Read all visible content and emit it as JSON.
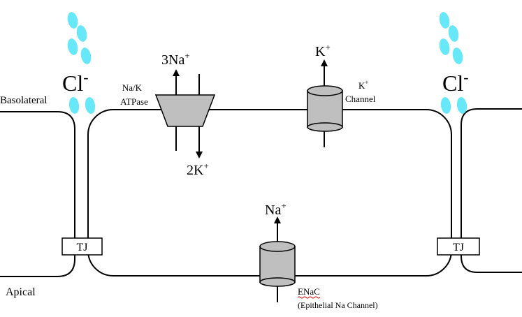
{
  "labels": {
    "basolateral": "Basolateral",
    "apical": "Apical",
    "tj_left": "TJ",
    "tj_right": "TJ",
    "cl_left_base": "Cl",
    "cl_left_sup": "-",
    "cl_right_base": "Cl",
    "cl_right_sup": "-",
    "pump_name_line1": "Na/K",
    "pump_name_line2": "ATPase",
    "pump_out_base": "3Na",
    "pump_out_sup": "+",
    "pump_in_base": "2K",
    "pump_in_sup": "+",
    "kchannel_ion_base": "K",
    "kchannel_ion_sup": "+",
    "kchannel_label_base": "K",
    "kchannel_label_sup": "+",
    "kchannel_label_line2": "Channel",
    "enac_ion_base": "Na",
    "enac_ion_sup": "+",
    "enac_name": "ENaC",
    "enac_full_name": "(Epithelial Na Channel)"
  },
  "colors": {
    "chloride_drop": "#66E8F8",
    "protein_fill": "#BFBFBF",
    "line": "#000000",
    "spellcheck": "#D00000"
  }
}
